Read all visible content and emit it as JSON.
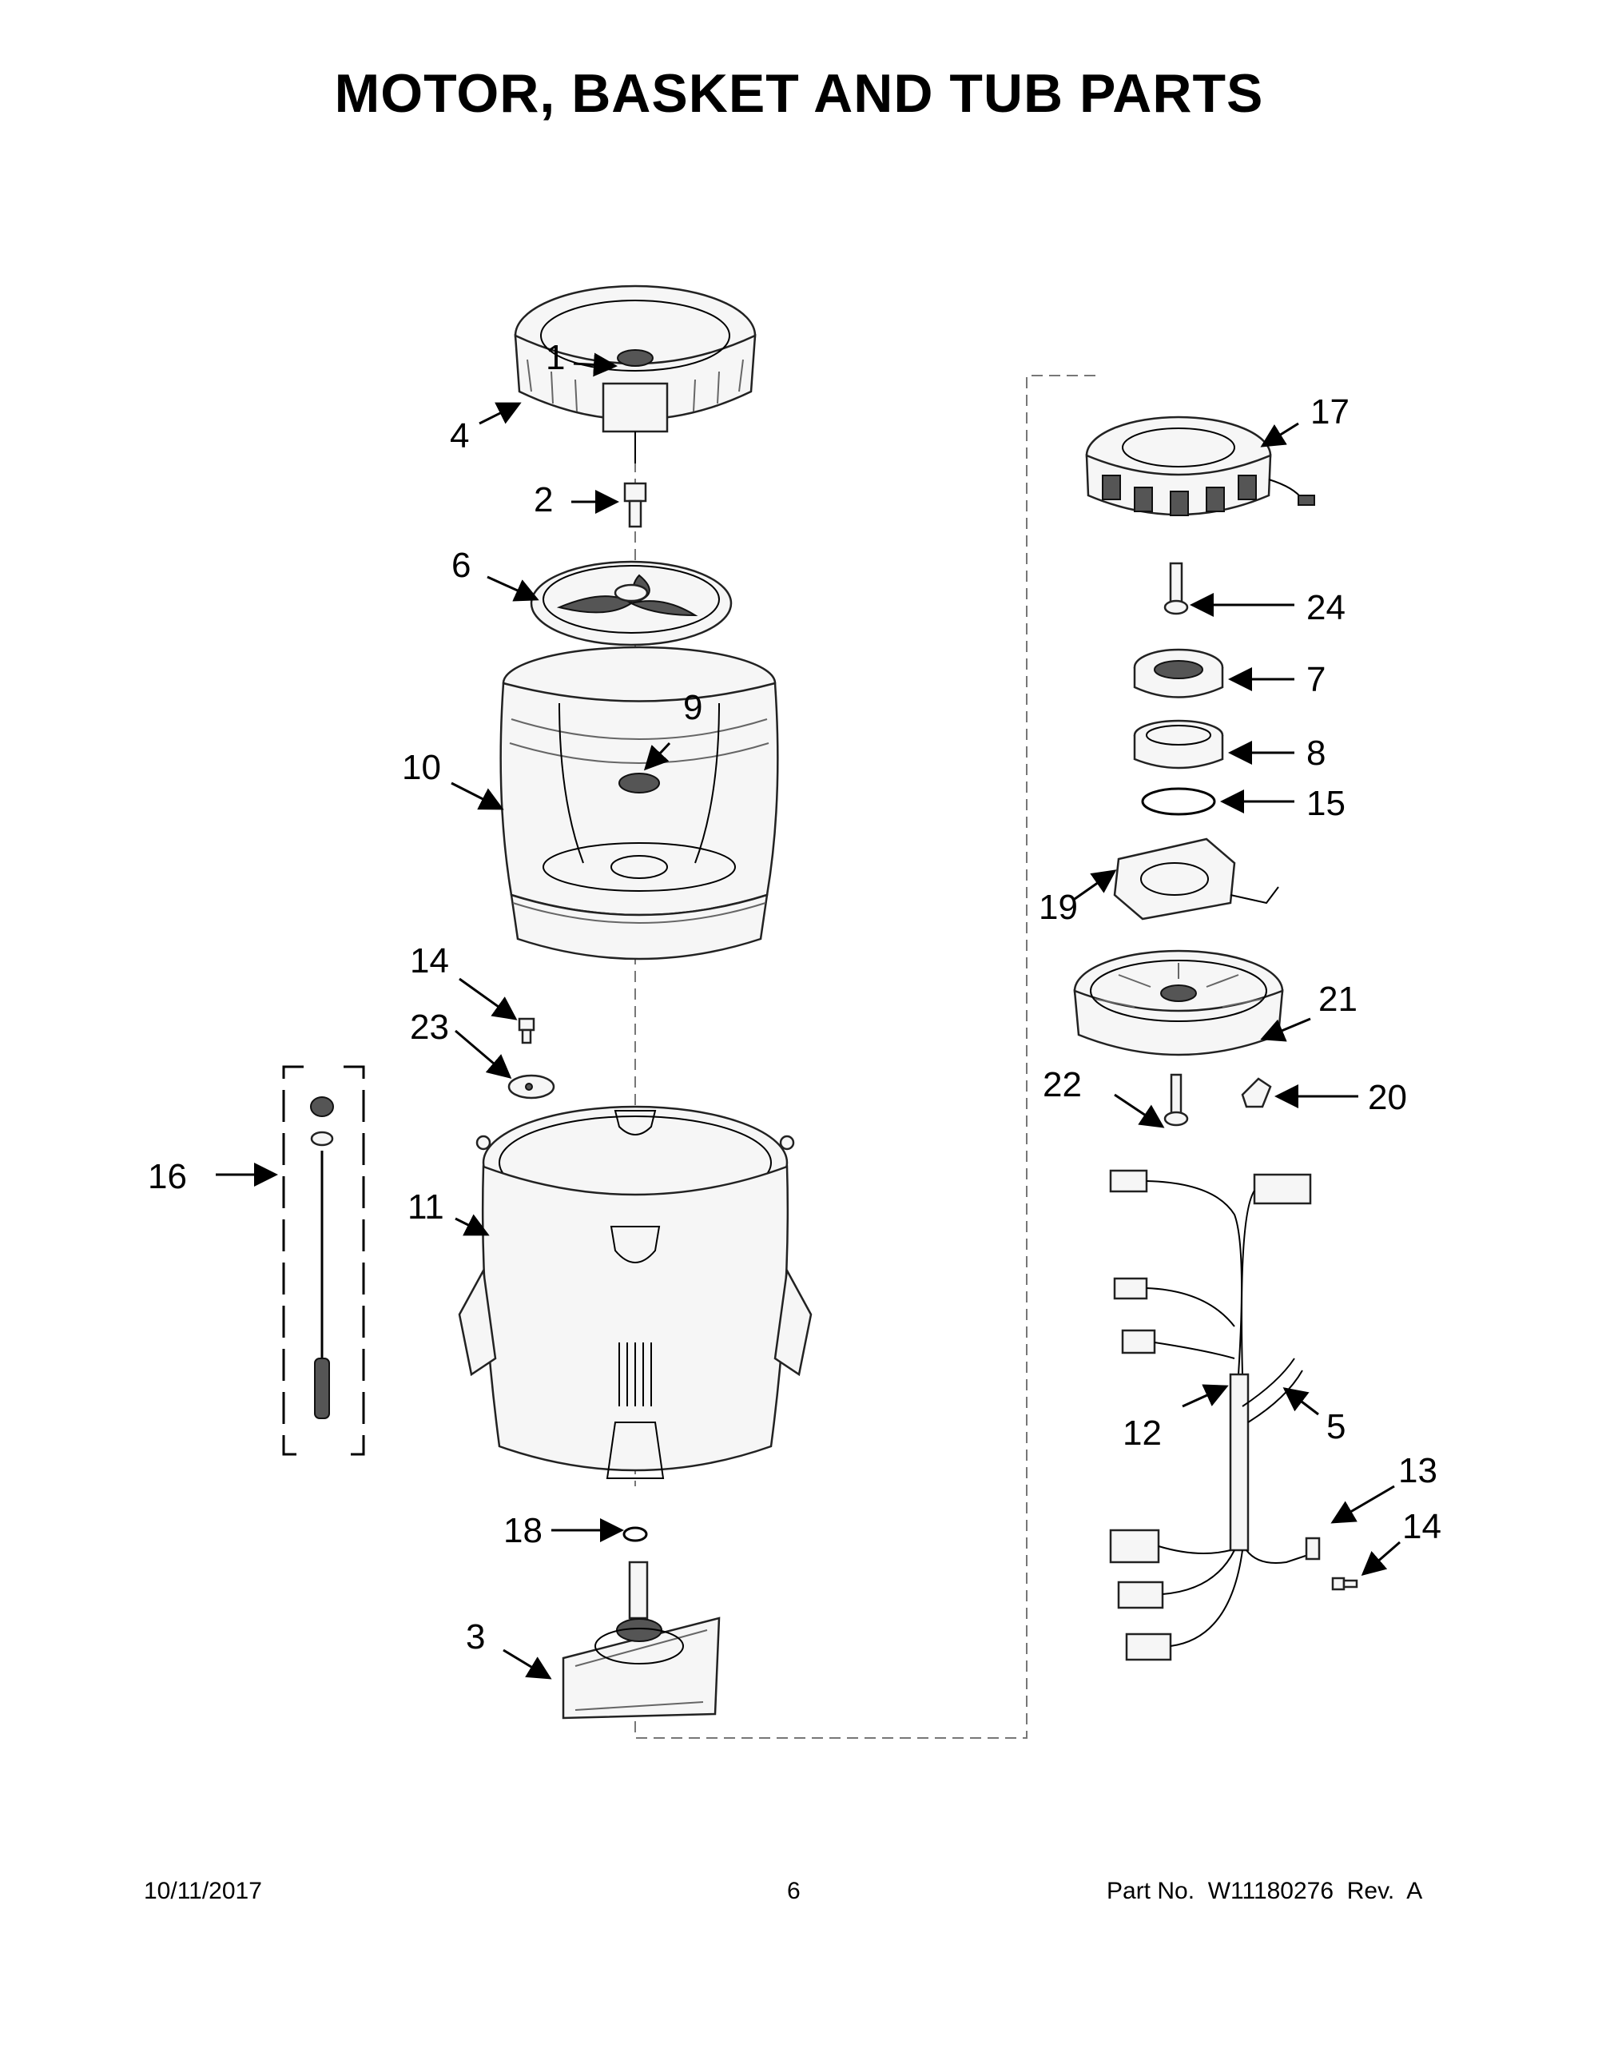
{
  "title": "MOTOR, BASKET AND TUB PARTS",
  "callouts": [
    {
      "id": "c1",
      "label": "1"
    },
    {
      "id": "c2",
      "label": "2"
    },
    {
      "id": "c3",
      "label": "3"
    },
    {
      "id": "c4",
      "label": "4"
    },
    {
      "id": "c5",
      "label": "5"
    },
    {
      "id": "c6",
      "label": "6"
    },
    {
      "id": "c7",
      "label": "7"
    },
    {
      "id": "c8",
      "label": "8"
    },
    {
      "id": "c9",
      "label": "9"
    },
    {
      "id": "c10",
      "label": "10"
    },
    {
      "id": "c11",
      "label": "11"
    },
    {
      "id": "c12",
      "label": "12"
    },
    {
      "id": "c13",
      "label": "13"
    },
    {
      "id": "c14a",
      "label": "14"
    },
    {
      "id": "c14b",
      "label": "14"
    },
    {
      "id": "c15",
      "label": "15"
    },
    {
      "id": "c16",
      "label": "16"
    },
    {
      "id": "c17",
      "label": "17"
    },
    {
      "id": "c18",
      "label": "18"
    },
    {
      "id": "c19",
      "label": "19"
    },
    {
      "id": "c20",
      "label": "20"
    },
    {
      "id": "c21",
      "label": "21"
    },
    {
      "id": "c22",
      "label": "22"
    },
    {
      "id": "c23",
      "label": "23"
    },
    {
      "id": "c24",
      "label": "24"
    }
  ],
  "footer": {
    "date": "10/11/2017",
    "page": "6",
    "part_no": "Part No.  W11180276  Rev.  A"
  }
}
